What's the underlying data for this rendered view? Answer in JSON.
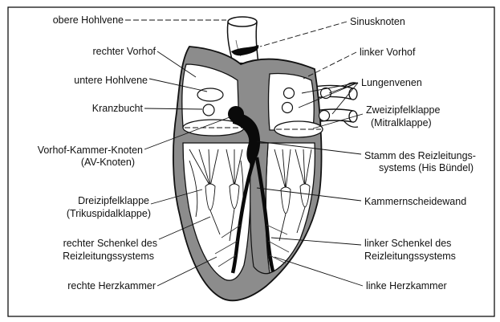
{
  "colors": {
    "outline": "#111111",
    "wall": "#8c8c8c",
    "chamber": "#ffffff",
    "conduction": "#0a0a0a",
    "background": "#ffffff"
  },
  "labels": {
    "left": [
      "obere Hohlvene",
      "rechter Vorhof",
      "untere Hohlvene",
      "Kranzbucht",
      "Vorhof-Kammer-Knoten",
      "(AV-Knoten)",
      "Dreizipfelklappe",
      "(Trikuspidalklappe)",
      "rechter Schenkel des",
      "Reizleitungssystems",
      "rechte Herzkammer"
    ],
    "right": [
      "Sinusknoten",
      "linker Vorhof",
      "Lungenvenen",
      "Zweizipfelklappe",
      "(Mitralklappe)",
      "Stamm des Reizleitungs-",
      "systems (His Bündel)",
      "Kammernscheidewand",
      "linker Schenkel des",
      "Reizleitungssystems",
      "linke Herzkammer"
    ]
  },
  "icons": {
    "heart": "heart-cross-section-icon",
    "conduction": "conduction-system-icon"
  }
}
